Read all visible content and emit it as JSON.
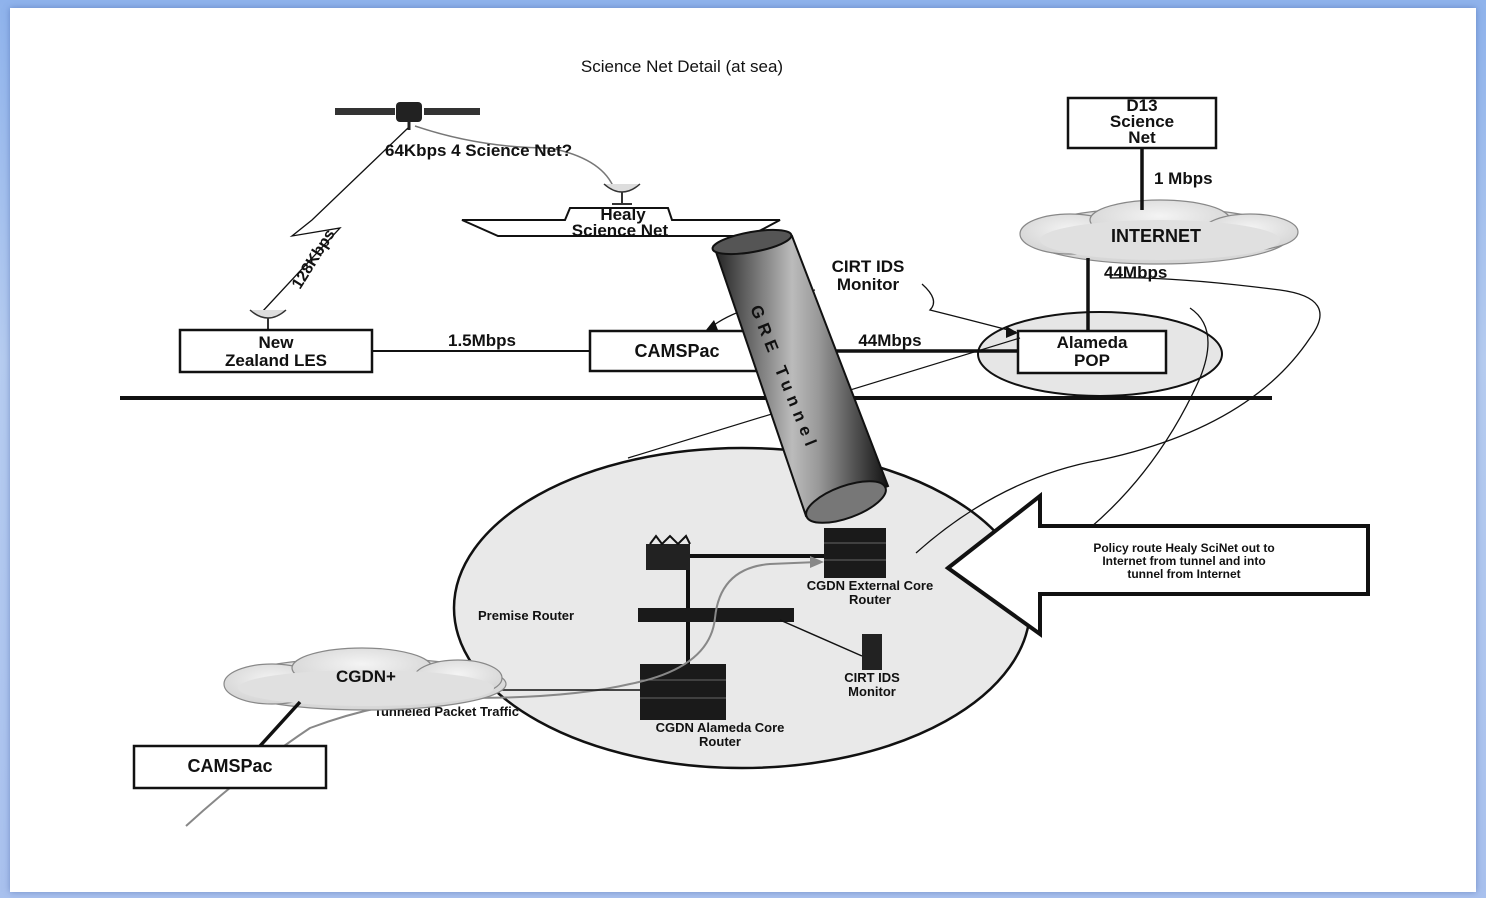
{
  "title": "Science Net Detail (at sea)",
  "labels": {
    "link_64k": "64Kbps 4 Science Net?",
    "link_128k": "128Kbps",
    "link_1_5m": "1.5Mbps",
    "link_44m_left": "44Mbps",
    "link_44m_top": "44Mbps",
    "link_1m": "1 Mbps",
    "gre_tunnel": "GRE Tunnel",
    "tunneled_traffic": "Tunneled Packet Traffic"
  },
  "nodes": {
    "healy": [
      "Healy",
      "Science Net"
    ],
    "nz_les": [
      "New",
      "Zealand LES"
    ],
    "camspac_top": "CAMSPac",
    "camspac_bottom": "CAMSPac",
    "alameda_pop": [
      "Alameda",
      "POP"
    ],
    "d13": [
      "D13",
      "Science",
      "Net"
    ],
    "internet": "INTERNET",
    "cgdn_plus": "CGDN+",
    "cirt_monitor_top": [
      "CIRT IDS",
      "Monitor"
    ],
    "cirt_monitor_bottom": [
      "CIRT IDS",
      "Monitor"
    ],
    "premise_router": "Premise Router",
    "external_core": [
      "CGDN External Core",
      "Router"
    ],
    "alameda_core": [
      "CGDN Alameda Core",
      "Router"
    ]
  },
  "callout": [
    "Policy route Healy SciNet out to",
    "Internet from tunnel and into",
    "tunnel from Internet"
  ],
  "icons": [
    "satellite-icon",
    "dish-antenna-icon",
    "router-icon",
    "firewall-icon",
    "cloud-icon"
  ]
}
